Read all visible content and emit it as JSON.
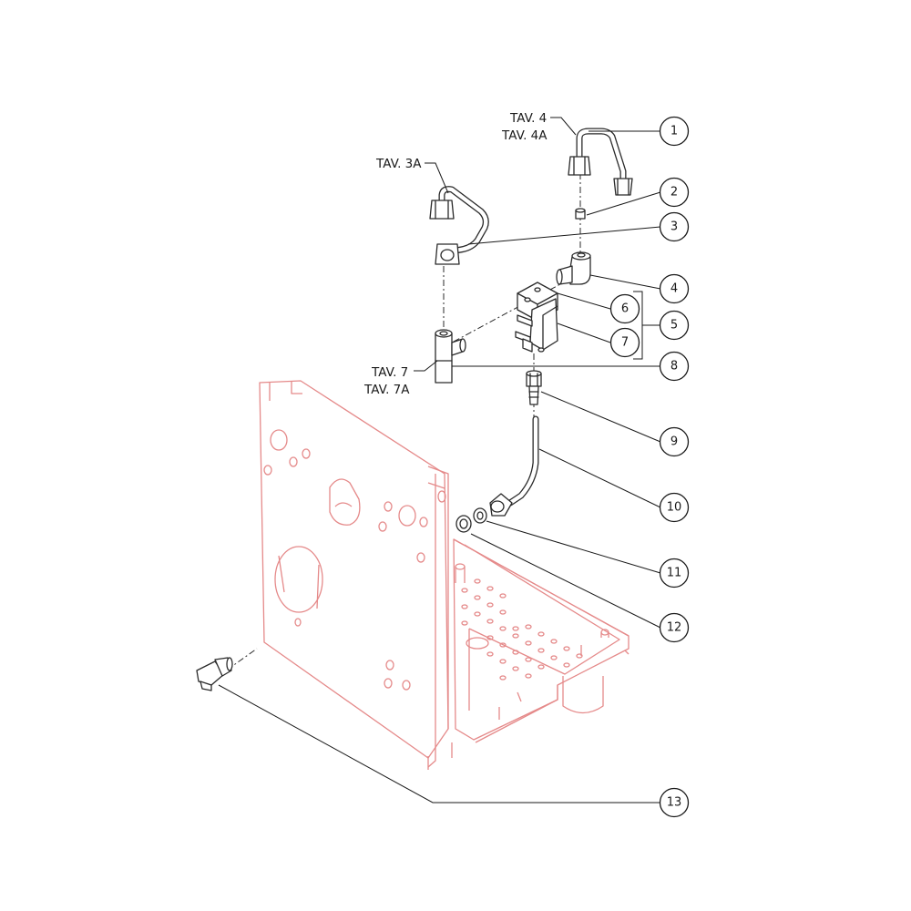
{
  "references": {
    "tav_4": "TAV. 4",
    "tav_4a": "TAV. 4A",
    "tav_3a": "TAV. 3A",
    "tav_7": "TAV. 7",
    "tav_7a": "TAV. 7A"
  },
  "callouts": [
    "1",
    "2",
    "3",
    "4",
    "5",
    "6",
    "7",
    "8",
    "9",
    "10",
    "11",
    "12",
    "13"
  ],
  "colors": {
    "line": "#2a2a2a",
    "ghost_frame": "#e58a8a"
  }
}
